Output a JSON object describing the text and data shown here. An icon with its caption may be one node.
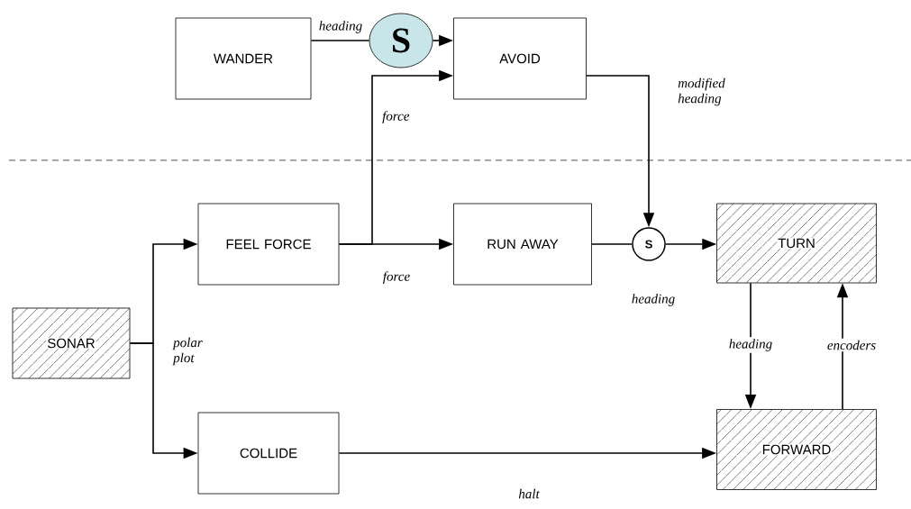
{
  "diagram": {
    "nodes": [
      {
        "text": [
          "WANDER"
        ]
      },
      {
        "text": [
          "S"
        ]
      },
      {
        "text": [
          "AVOID"
        ]
      },
      {
        "text": [
          "FEEL FORCE"
        ]
      },
      {
        "text": [
          "RUN AWAY"
        ]
      },
      {
        "text": [
          "S"
        ]
      },
      {
        "text": [
          "TURN"
        ]
      },
      {
        "text": [
          "SONAR"
        ]
      },
      {
        "text": [
          "COLLIDE"
        ]
      },
      {
        "text": [
          "FORWARD"
        ]
      }
    ],
    "edges": [
      {
        "from": 0,
        "to": 1,
        "arrow": "none",
        "label": "heading"
      },
      {
        "from": 1,
        "to": 2,
        "arrow": "to"
      },
      {
        "from": 3,
        "to": 2,
        "arrow": "to",
        "label": "force"
      },
      {
        "from": 3,
        "to": 4,
        "arrow": "to",
        "label": "force"
      },
      {
        "from": 2,
        "to": 5,
        "arrow": "to",
        "label": "modified heading"
      },
      {
        "from": 4,
        "to": 5,
        "arrow": "none"
      },
      {
        "from": 5,
        "to": 6,
        "arrow": "to",
        "label": "heading"
      },
      {
        "from": 7,
        "to": 3,
        "arrow": "to",
        "label": "polar plot"
      },
      {
        "from": 7,
        "to": 8,
        "arrow": "to"
      },
      {
        "from": 8,
        "to": 9,
        "arrow": "to",
        "label": "halt"
      },
      {
        "from": 6,
        "to": 9,
        "arrow": "to",
        "label": "heading"
      },
      {
        "from": 9,
        "to": 6,
        "arrow": "to",
        "label": "encoders"
      }
    ]
  }
}
